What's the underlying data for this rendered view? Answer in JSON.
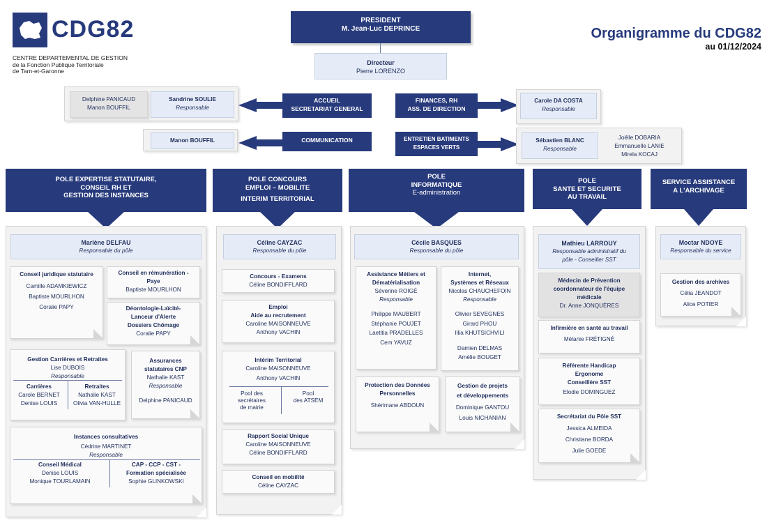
{
  "logo": {
    "name": "CDG82",
    "sub1": "CENTRE DEPARTEMENTAL DE GESTION",
    "sub2": "de la Fonction Publique Territoriale",
    "sub3": "de Tarn-et-Garonne"
  },
  "title": {
    "main": "Organigramme du CDG82",
    "date": "au 01/12/2024"
  },
  "president": {
    "l1": "PRESIDENT",
    "l2": "M. Jean-Luc DEPRINCE"
  },
  "directeur": {
    "l1": "Directeur",
    "l2": "Pierre LORENZO"
  },
  "accueil": {
    "title1": "ACCUEIL",
    "title2": "SECRETARIAT GENERAL",
    "resp": "Sandrine SOULIE",
    "resp_role": "Responsable",
    "others1": "Delphine PANICAUD",
    "others2": "Manon BOUFFIL"
  },
  "communication": {
    "title": "COMMUNICATION",
    "person": "Manon BOUFFIL"
  },
  "finances": {
    "title1": "FINANCES, RH",
    "title2": "ASS. DE DIRECTION",
    "resp": "Carole DA COSTA",
    "resp_role": "Responsable"
  },
  "entretien": {
    "title1": "ENTRETIEN BATIMENTS",
    "title2": "ESPACES VERTS",
    "resp": "Sébastien BLANC",
    "resp_role": "Responsable",
    "o1": "Joëlle DOBARIA",
    "o2": "Emmanuelle LANIE",
    "o3": "Mirela KOCAJ"
  },
  "pole1": {
    "t1": "POLE EXPERTISE STATUTAIRE,",
    "t2": "CONSEIL RH ET",
    "t3": "GESTION DES INSTANCES",
    "resp": "Marlène DELFAU",
    "resp_role": "Responsable du pôle",
    "cjs_title": "Conseil juridique statutaire",
    "cjs1": "Camille ADAMKIEWICZ",
    "cjs2": "Baptiste MOURLHON",
    "cjs3": "Coralie PAPY",
    "crp_title1": "Conseil en rémunération -",
    "crp_title2": "Paye",
    "crp1": "Baptiste MOURLHON",
    "deo_t1": "Déontologie-Laïcité-",
    "deo_t2": "Lanceur d'Alerte",
    "deo_t3": "Dossiers Chômage",
    "deo1": "Coralie PAPY",
    "gcr_title": "Gestion Carrières et Retraites",
    "gcr_resp": "Lise DUBOIS",
    "gcr_role": "Responsable",
    "car_title": "Carrières",
    "car1": "Carole BERNET",
    "car2": "Denise LOUIS",
    "ret_title": "Retraites",
    "ret1": "Nathalie KAST",
    "ret2": "Olivia VAN-HULLE",
    "as_t1": "Assurances",
    "as_t2": "statutaires CNP",
    "as_resp": "Nathalie KAST",
    "as_role": "Responsable",
    "as1": "Delphine PANICAUD",
    "ic_title": "Instances consultatives",
    "ic_resp": "Cédrine MARTINET",
    "ic_role": "Responsable",
    "cm_title": "Conseil Médical",
    "cm1": "Denise LOUIS",
    "cm2": "Monique TOURLAMAIN",
    "cap_t1": "CAP - CCP - CST -",
    "cap_t2": "Formation spécialisée",
    "cap1": "Sophie GLINKOWSKI"
  },
  "pole2": {
    "t1": "POLE CONCOURS",
    "t2": "EMPLOI – MOBILITE",
    "t3": "INTERIM TERRITORIAL",
    "resp": "Céline CAYZAC",
    "resp_role": "Responsable du pôle",
    "conc_title": "Concours - Examens",
    "conc1": "Céline BONDIFFLARD",
    "emp_t1": "Emploi",
    "emp_t2": "Aide au recrutement",
    "emp1": "Caroline MAISONNEUVE",
    "emp2": "Anthony VACHIN",
    "int_title": "Intérim Territorial",
    "int1": "Caroline MAISONNEUVE",
    "int2": "Anthony VACHIN",
    "pool1_a": "Pool des",
    "pool1_b": "secrétaires",
    "pool1_c": "de mairie",
    "pool2_a": "Pool",
    "pool2_b": "des ATSEM",
    "rsu_title": "Rapport Social Unique",
    "rsu1": "Caroline MAISONNEUVE",
    "rsu2": "Céline BONDIFFLARD",
    "mob_title": "Conseil en mobilité",
    "mob1": "Céline CAYZAC"
  },
  "pole3": {
    "t1": "POLE",
    "t2": "INFORMATIQUE",
    "t3": "E-administration",
    "resp": "Cécile BASQUES",
    "resp_role": "Responsable du pôle",
    "amd_t1": "Assistance Métiers et",
    "amd_t2": "Dématérialisation",
    "amd_resp": "Séverine ROIGÉ",
    "amd_role": "Responsable",
    "amd1": "Philippe MAUBERT",
    "amd2": "Stéphanie POUJET",
    "amd3": "Laetitia PRADELLES",
    "amd4": "Cem YAVUZ",
    "isr_t1": "Internet,",
    "isr_t2": "Systèmes et Réseaux",
    "isr_resp": "Nicolas CHAUCHEFOIN",
    "isr_role": "Responsable",
    "isr1": "Olivier SEVEGNES",
    "isr2": "Girard PHOU",
    "isr3": "Illia KHUTSICHVILI",
    "isr4": "Damien DELMAS",
    "isr5": "Amélie BOUGET",
    "pdp_t1": "Protection des Données",
    "pdp_t2": "Personnelles",
    "pdp1": "Shérimane ABDOUN",
    "gpd_t1": "Gestion de projets",
    "gpd_t2": "et développements",
    "gpd1": "Dominique GANTOU",
    "gpd2": "Louis NICHANIAN"
  },
  "pole4": {
    "t1": "POLE",
    "t2": "SANTE ET SECURITE",
    "t3": "AU TRAVAIL",
    "resp": "Mathieu LARROUY",
    "resp_role1": "Responsable administratif du",
    "resp_role2": "pôle - Conseiller SST",
    "med_t1": "Médecin de Prévention",
    "med_t2": "coordonnateur de l'équipe",
    "med_t3": "médicale",
    "med1": "Dr. Anne JONQUÈRES",
    "inf_title": "Infirmière en santé au travail",
    "inf1": "Mélanie FRÉTIGNÉ",
    "ref_t1": "Référente Handicap",
    "ref_t2": "Ergonome",
    "ref_t3": "Conseillère SST",
    "ref1": "Elodie DOMINGUEZ",
    "sec_title": "Secrétariat du Pôle SST",
    "sec1": "Jessica ALMEIDA",
    "sec2": "Christiane BORDA",
    "sec3": "Julie GOEDE"
  },
  "pole5": {
    "t1": "SERVICE ASSISTANCE",
    "t2": "A L'ARCHIVAGE",
    "resp": "Moctar NDOYE",
    "resp_role": "Responsable du service",
    "ga_title": "Gestion des archives",
    "ga1": "Célia JEANDOT",
    "ga2": "Alice POTIER"
  },
  "colors": {
    "navy": "#273a7c",
    "light": "#e6ecf7",
    "grey": "#f2f2f2"
  }
}
